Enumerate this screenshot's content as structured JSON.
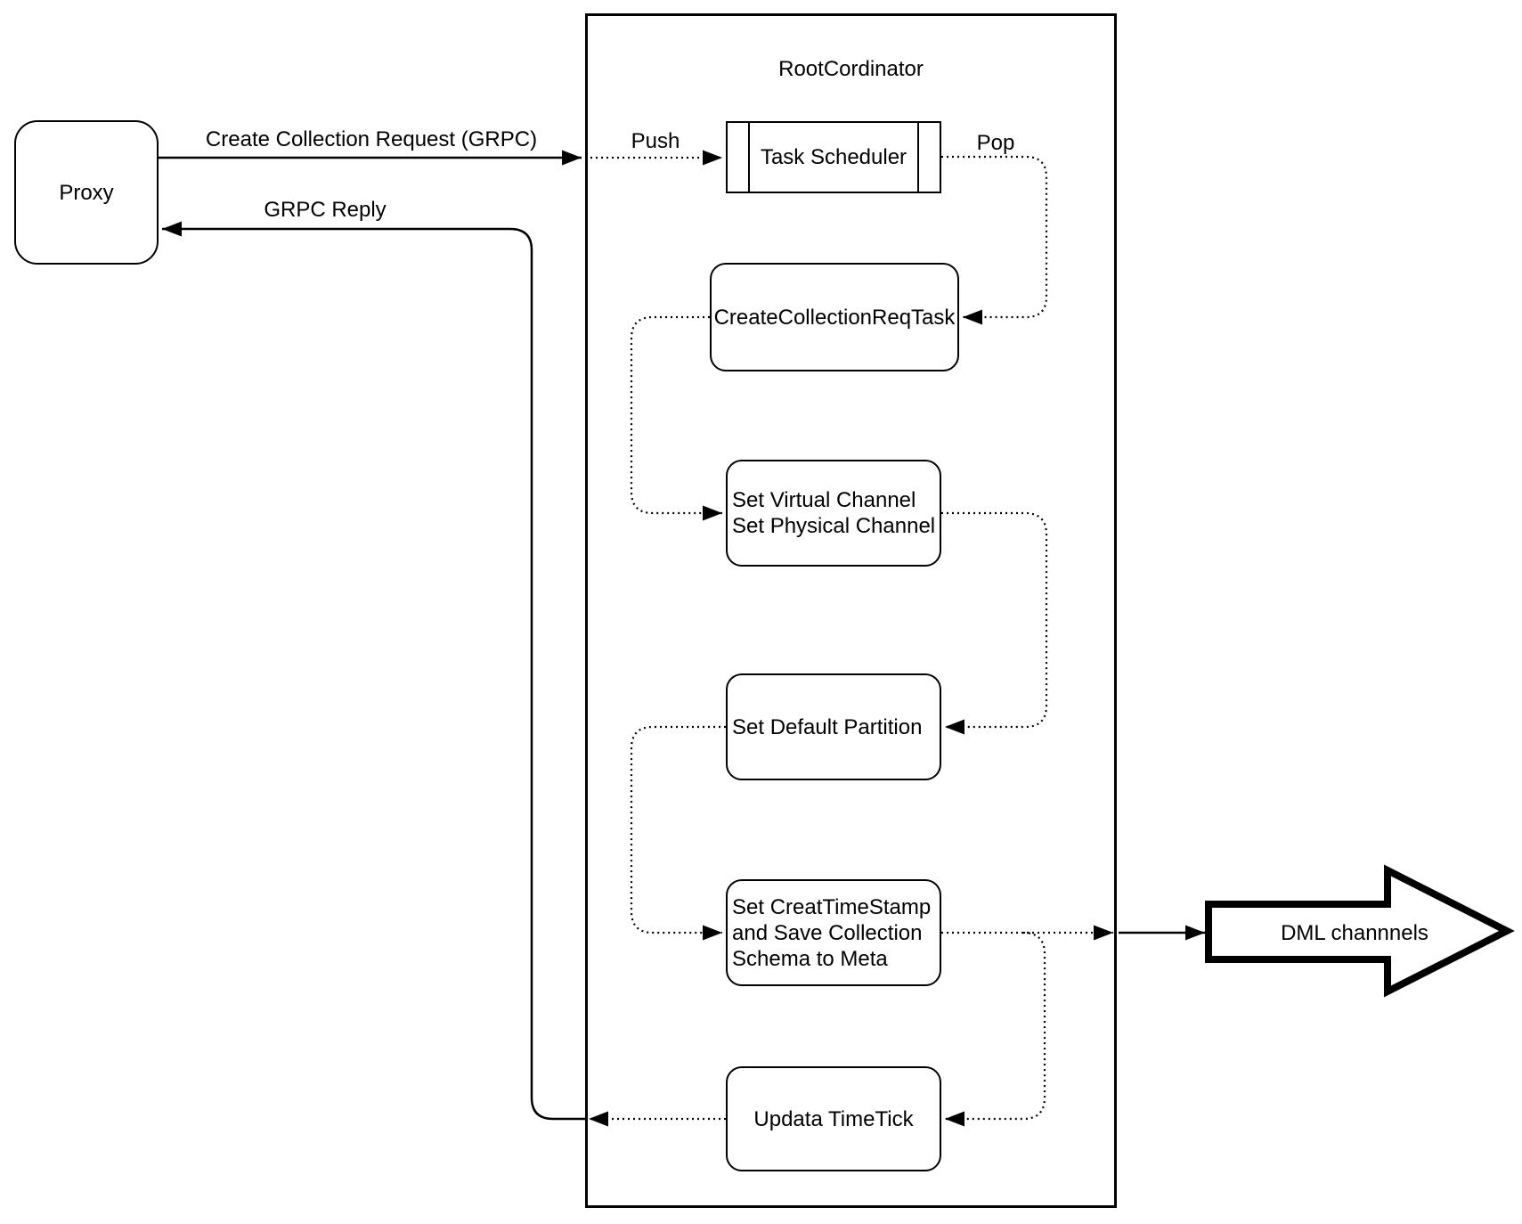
{
  "diagram": {
    "container_title": "RootCordinator",
    "nodes": {
      "proxy": {
        "label": "Proxy"
      },
      "task_scheduler": {
        "label": "Task Scheduler"
      },
      "create_collection_req_task": {
        "label": "CreateCollectionReqTask"
      },
      "set_channels": {
        "lines": [
          "Set Virtual Channel",
          "Set Physical Channel"
        ]
      },
      "set_default_partition": {
        "label": "Set Default Partition"
      },
      "set_creat_timestamp": {
        "lines": [
          "Set CreatTimeStamp",
          "and Save Collection",
          "Schema to Meta"
        ]
      },
      "updata_timetick": {
        "label": "Updata TimeTick"
      },
      "dml_channels": {
        "label": "DML channnels"
      }
    },
    "edge_labels": {
      "create_collection_request": "Create Collection Request (GRPC)",
      "grpc_reply": "GRPC Reply",
      "push": "Push",
      "pop": "Pop"
    },
    "colors": {
      "stroke": "#000000",
      "background": "#ffffff"
    }
  }
}
